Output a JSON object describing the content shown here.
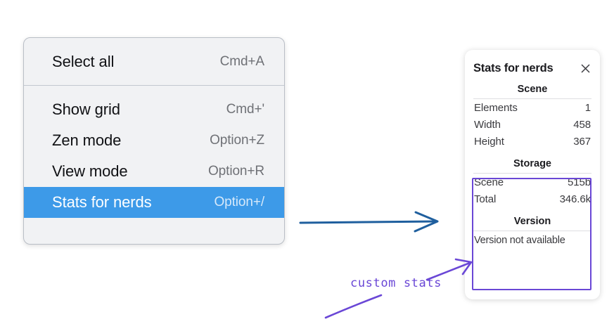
{
  "context_menu": {
    "groups": [
      {
        "items": [
          {
            "label": "Select all",
            "shortcut": "Cmd+A",
            "selected": false
          }
        ]
      },
      {
        "items": [
          {
            "label": "Show grid",
            "shortcut": "Cmd+'",
            "selected": false
          },
          {
            "label": "Zen mode",
            "shortcut": "Option+Z",
            "selected": false
          },
          {
            "label": "View mode",
            "shortcut": "Option+R",
            "selected": false
          },
          {
            "label": "Stats for nerds",
            "shortcut": "Option+/",
            "selected": true
          }
        ]
      }
    ]
  },
  "stats_panel": {
    "title": "Stats for nerds",
    "close_icon": "close-icon",
    "sections": [
      {
        "heading": "Scene",
        "rows": [
          {
            "key": "Elements",
            "value": "1"
          },
          {
            "key": "Width",
            "value": "458"
          },
          {
            "key": "Height",
            "value": "367"
          }
        ]
      },
      {
        "heading": "Storage",
        "rows": [
          {
            "key": "Scene",
            "value": "515b"
          },
          {
            "key": "Total",
            "value": "346.6k"
          }
        ]
      },
      {
        "heading": "Version",
        "note": "Version not available"
      }
    ]
  },
  "annotations": {
    "handwritten_label": "custom stats",
    "blue_arrow": "arrow-right-icon",
    "purple_arrow": "arrow-pointer-icon"
  },
  "colors": {
    "menu_background": "#f1f2f4",
    "menu_border": "#b9bec6",
    "selection_blue": "#3d9ae8",
    "shortcut_grey": "#6f7176",
    "annotation_purple": "#6a47d6",
    "annotation_blue": "#1f5f9e",
    "panel_white": "#ffffff"
  }
}
